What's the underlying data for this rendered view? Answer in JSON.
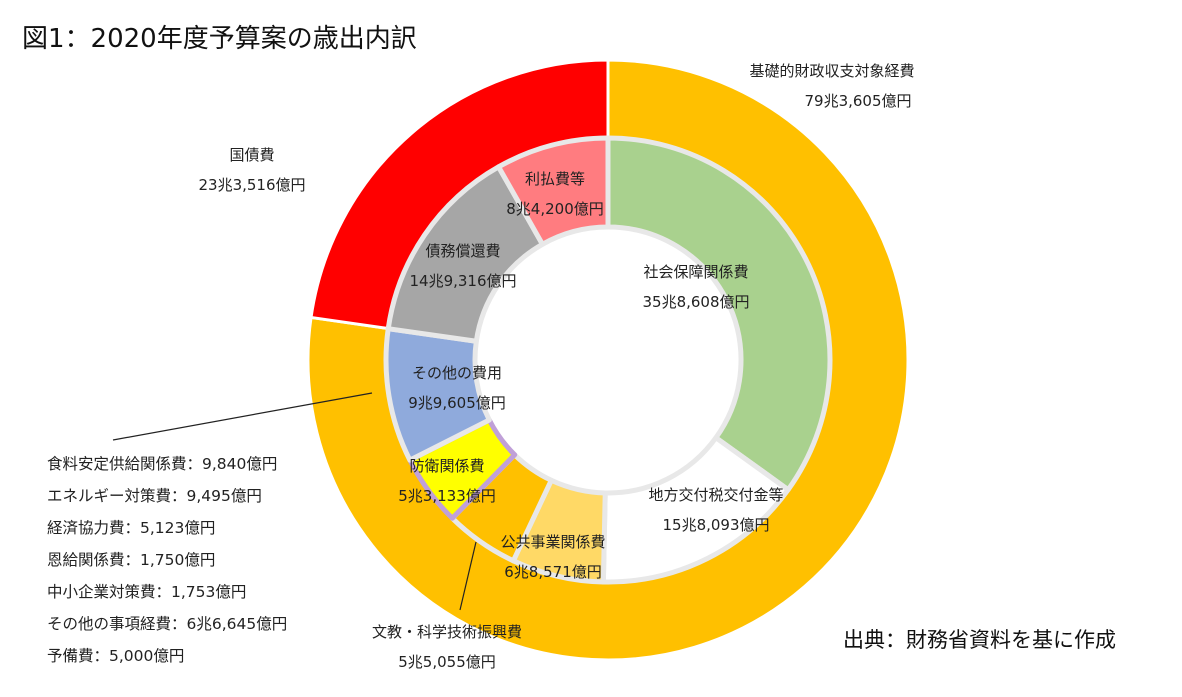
{
  "title": "図1：2020年度予算案の歳出内訳",
  "source": "出典：財務省資料を基に作成",
  "colors": {
    "outer_general": "#FFC000",
    "outer_debt": "#FF0000",
    "social": "#A9D18E",
    "local": "#FFFFFF",
    "public_works": "#FFD966",
    "education": "#FFC000",
    "defense": "#FFFF00",
    "defense_ring": "#C0A0D8",
    "other": "#8FAADC",
    "debt_repay": "#A6A6A6",
    "interest": "#FF7C80",
    "inner_border": "#E8E8E8"
  },
  "chart_data": [
    {
      "type": "pie",
      "ring": "outer",
      "slices": [
        {
          "name": "基礎的財政収支対象経費",
          "value_label": "79兆3,605億円",
          "value": 793605
        },
        {
          "name": "国債費",
          "value_label": "23兆3,516億円",
          "value": 233516
        }
      ]
    },
    {
      "type": "pie",
      "ring": "inner",
      "slices": [
        {
          "name": "社会保障関係費",
          "value_label": "35兆8,608億円",
          "value": 358608
        },
        {
          "name": "地方交付税交付金等",
          "value_label": "15兆8,093億円",
          "value": 158093
        },
        {
          "name": "公共事業関係費",
          "value_label": "6兆8,571億円",
          "value": 68571
        },
        {
          "name": "文教・科学技術振興費",
          "value_label": "5兆5,055億円",
          "value": 55055
        },
        {
          "name": "防衛関係費",
          "value_label": "5兆3,133億円",
          "value": 53133
        },
        {
          "name": "その他の費用",
          "value_label": "9兆9,605億円",
          "value": 99605
        },
        {
          "name": "債務償還費",
          "value_label": "14兆9,316億円",
          "value": 149316
        },
        {
          "name": "利払費等",
          "value_label": "8兆4,200億円",
          "value": 84200
        }
      ]
    }
  ],
  "other_items": [
    "食料安定供給関係費：9,840億円",
    "エネルギー対策費：9,495億円",
    "経済協力費：5,123億円",
    "恩給関係費：1,750億円",
    "中小企業対策費：1,753億円",
    "その他の事項経費：6兆6,645億円",
    "予備費：5,000億円"
  ]
}
